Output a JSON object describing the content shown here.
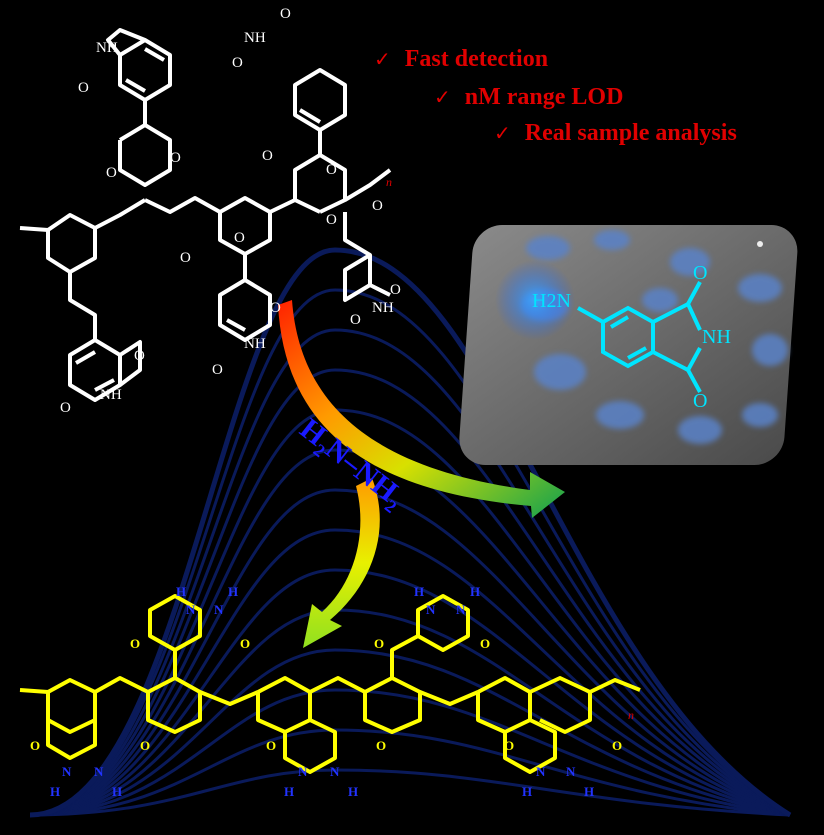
{
  "claims": [
    {
      "check": "✓",
      "text": "Fast detection"
    },
    {
      "check": "✓",
      "text": "nM range LOD"
    },
    {
      "check": "✓",
      "text": "Real sample analysis"
    }
  ],
  "reagent": {
    "h2n": "H",
    "sub2a": "2",
    "n1": "N",
    "dash": "–",
    "n2": "NH",
    "sub2b": "2"
  },
  "probe_polymer": {
    "atoms": {
      "O": "O",
      "N": "N",
      "NH": "NH",
      "repeat": "n"
    }
  },
  "product_polymer": {
    "atoms": {
      "O": "O",
      "N": "N",
      "H": "H",
      "repeat": "n"
    }
  },
  "released_fluorophore": {
    "atoms": {
      "amine": "H2N",
      "O": "O",
      "NH": "NH"
    }
  },
  "colors": {
    "claims": "#e00000",
    "reagent": "#1a1aff",
    "probe": "#ffffff",
    "product": "#ffff00",
    "product_heteroatoms": "#2233ff",
    "fluorophore": "#00e5ff",
    "spectra": "#0a1a5a",
    "arrow_start": "#ff2000",
    "arrow_end": "#10a050"
  }
}
